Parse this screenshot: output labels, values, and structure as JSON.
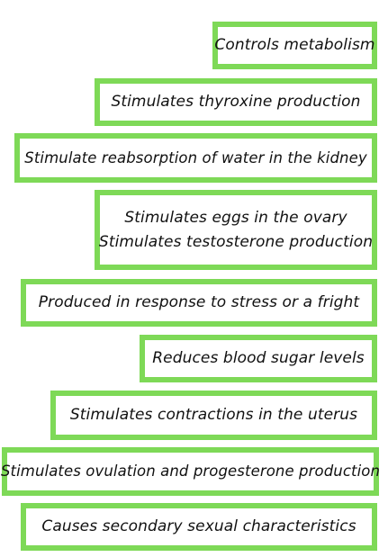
{
  "accent_color": "#7ed957",
  "cards": [
    {
      "lines": [
        "Controls metabolism"
      ]
    },
    {
      "lines": [
        "Stimulates thyroxine production"
      ]
    },
    {
      "lines": [
        "Stimulate reabsorption of water in the kidney"
      ]
    },
    {
      "lines": [
        "Stimulates eggs in the ovary",
        "Stimulates testosterone production"
      ]
    },
    {
      "lines": [
        "Produced in response to stress or a fright"
      ]
    },
    {
      "lines": [
        "Reduces blood sugar levels"
      ]
    },
    {
      "lines": [
        "Stimulates contractions in the uterus"
      ]
    },
    {
      "lines": [
        "Stimulates ovulation and progesterone production"
      ]
    },
    {
      "lines": [
        "Causes secondary sexual characteristics"
      ]
    }
  ]
}
